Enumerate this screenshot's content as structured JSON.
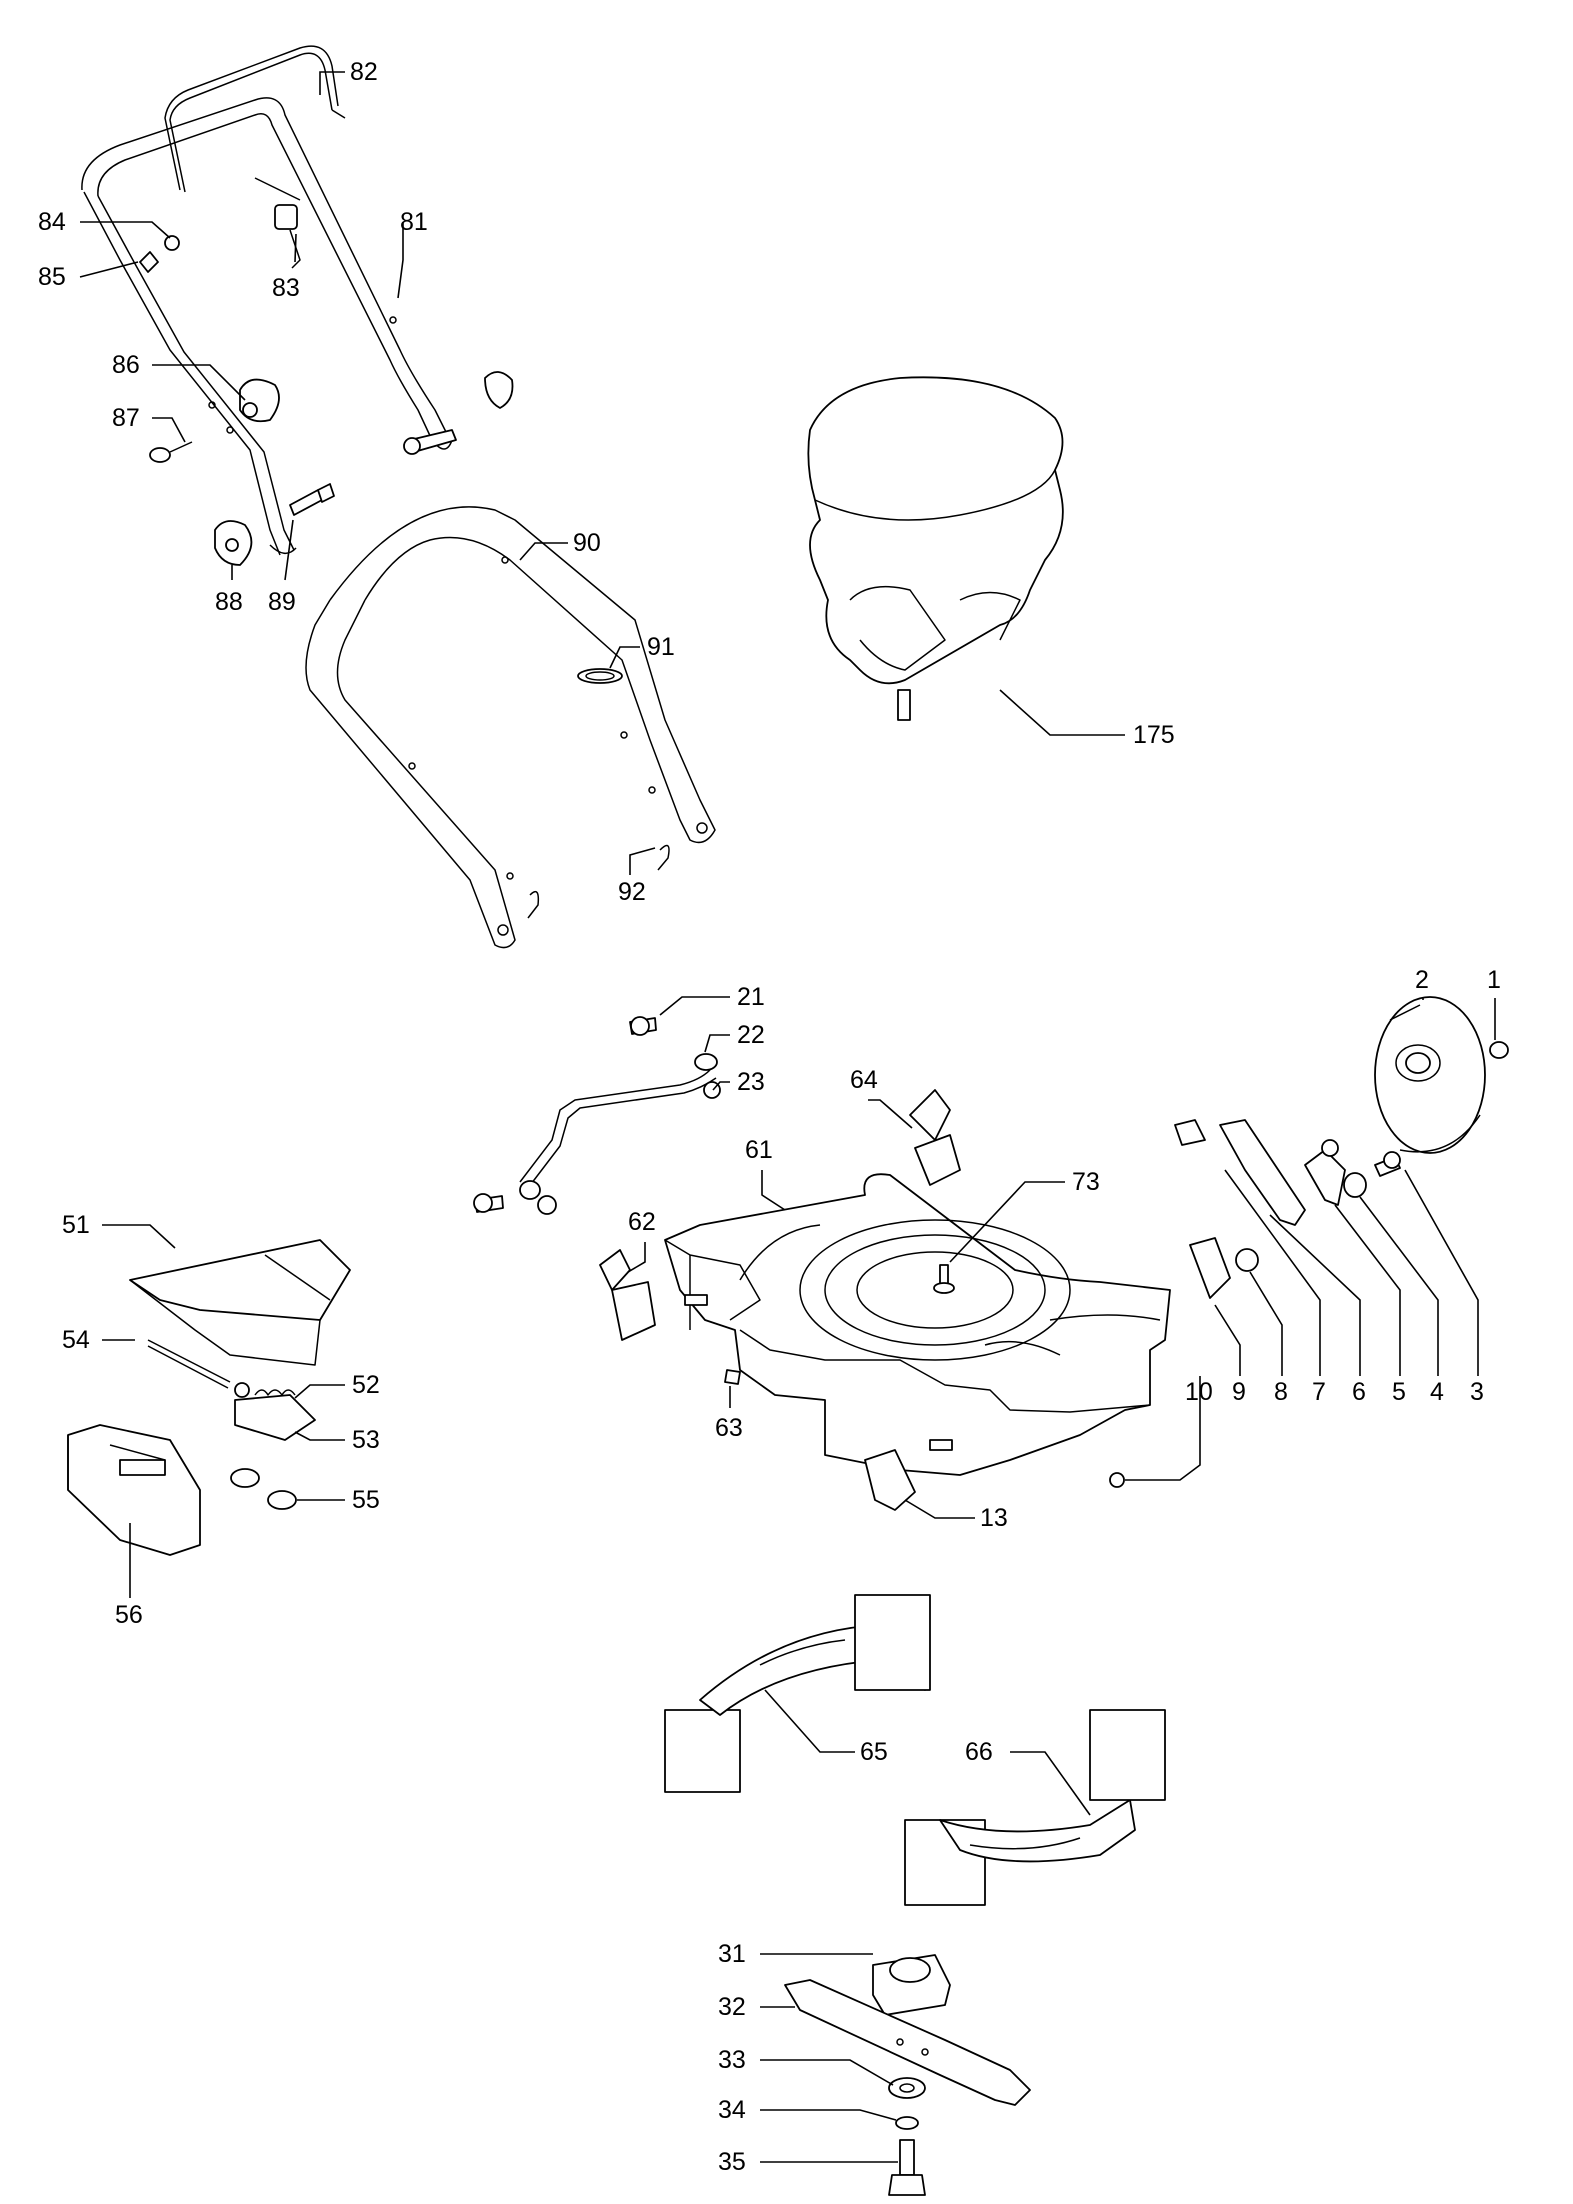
{
  "callouts": [
    {
      "id": "c82",
      "text": "82"
    },
    {
      "id": "c84",
      "text": "84"
    },
    {
      "id": "c85",
      "text": "85"
    },
    {
      "id": "c81",
      "text": "81"
    },
    {
      "id": "c83",
      "text": "83"
    },
    {
      "id": "c86",
      "text": "86"
    },
    {
      "id": "c87",
      "text": "87"
    },
    {
      "id": "c88",
      "text": "88"
    },
    {
      "id": "c89",
      "text": "89"
    },
    {
      "id": "c90",
      "text": "90"
    },
    {
      "id": "c91",
      "text": "91"
    },
    {
      "id": "c92",
      "text": "92"
    },
    {
      "id": "c175",
      "text": "175"
    },
    {
      "id": "c21",
      "text": "21"
    },
    {
      "id": "c22",
      "text": "22"
    },
    {
      "id": "c23",
      "text": "23"
    },
    {
      "id": "c64",
      "text": "64"
    },
    {
      "id": "c61",
      "text": "61"
    },
    {
      "id": "c73",
      "text": "73"
    },
    {
      "id": "c62",
      "text": "62"
    },
    {
      "id": "c63",
      "text": "63"
    },
    {
      "id": "c13",
      "text": "13"
    },
    {
      "id": "c2",
      "text": "2"
    },
    {
      "id": "c1",
      "text": "1"
    },
    {
      "id": "c10",
      "text": "10"
    },
    {
      "id": "c9",
      "text": "9"
    },
    {
      "id": "c8",
      "text": "8"
    },
    {
      "id": "c7",
      "text": "7"
    },
    {
      "id": "c6",
      "text": "6"
    },
    {
      "id": "c5",
      "text": "5"
    },
    {
      "id": "c4",
      "text": "4"
    },
    {
      "id": "c3",
      "text": "3"
    },
    {
      "id": "c51",
      "text": "51"
    },
    {
      "id": "c54",
      "text": "54"
    },
    {
      "id": "c52",
      "text": "52"
    },
    {
      "id": "c53",
      "text": "53"
    },
    {
      "id": "c55",
      "text": "55"
    },
    {
      "id": "c56",
      "text": "56"
    },
    {
      "id": "c65",
      "text": "65"
    },
    {
      "id": "c66",
      "text": "66"
    },
    {
      "id": "c31",
      "text": "31"
    },
    {
      "id": "c32",
      "text": "32"
    },
    {
      "id": "c33",
      "text": "33"
    },
    {
      "id": "c34",
      "text": "34"
    },
    {
      "id": "c35",
      "text": "35"
    }
  ]
}
